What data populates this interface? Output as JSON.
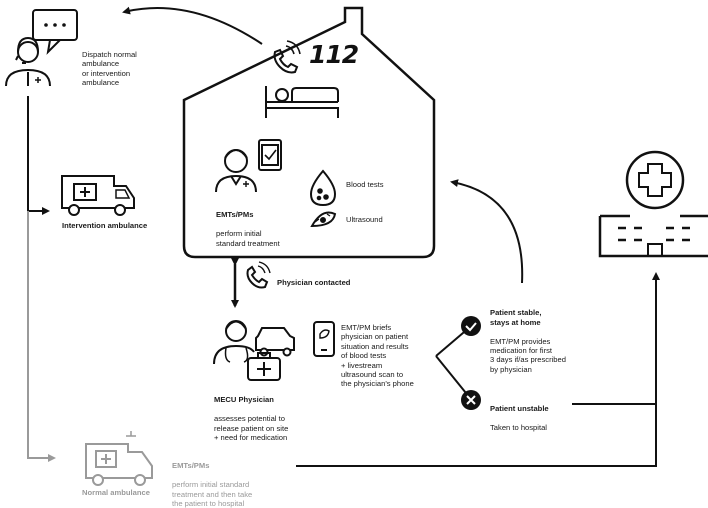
{
  "dispatch": {
    "text": "Dispatch normal\nambulance\nor intervention\nambulance"
  },
  "house": {
    "number": "112"
  },
  "emt": {
    "title": "EMTs/PMs",
    "text": "perform initial\nstandard treatment"
  },
  "tests": {
    "blood": "Blood tests",
    "ultrasound": "Ultrasound"
  },
  "intervention": {
    "label": "Intervention ambulance"
  },
  "physician_contacted": {
    "label": "Physician contacted"
  },
  "brief": {
    "text": "EMT/PM briefs\nphysician on patient\nsituation and results\nof blood tests\n+ livestream\nultrasound scan to\nthe physician's phone"
  },
  "mecu": {
    "title": "MECU Physician",
    "text": "assesses potential to\nrelease patient on site\n+ need for medication"
  },
  "stable": {
    "title": "Patient stable,\nstays at home",
    "text": "EMT/PM provides\nmedication for first\n3 days if/as prescribed\nby physician"
  },
  "unstable": {
    "title": "Patient unstable",
    "text": "Taken to hospital"
  },
  "normal": {
    "title": "EMTs/PMs",
    "text": "perform initial standard\ntreatment and then take\nthe patient to hospital",
    "label": "Normal ambulance"
  },
  "colors": {
    "line": "#111111",
    "faded": "#9a9a9a"
  }
}
